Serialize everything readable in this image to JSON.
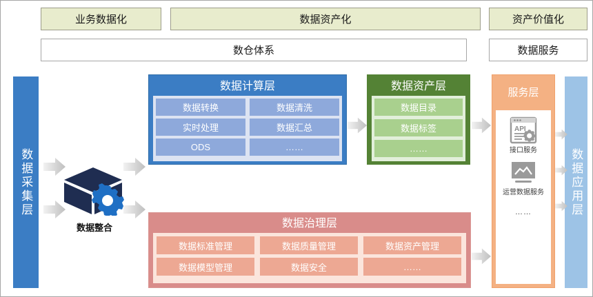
{
  "top_banners": [
    {
      "label": "业务数据化"
    },
    {
      "label": "数据资产化"
    },
    {
      "label": "资产价值化"
    }
  ],
  "sub_boxes": [
    {
      "label": "数仓体系"
    },
    {
      "label": "数据服务"
    }
  ],
  "collect_layer": {
    "label": "数据采集层"
  },
  "app_layer": {
    "label": "数据应用层"
  },
  "integration": {
    "label": "数据整合",
    "icon": "cube-gear-icon"
  },
  "compute_layer": {
    "title": "数据计算层",
    "cells": [
      "数据转换",
      "数据清洗",
      "实时处理",
      "数据汇总",
      "ODS",
      "……"
    ]
  },
  "asset_layer": {
    "title": "数据资产层",
    "cells": [
      "数据目录",
      "数据标签",
      "……"
    ]
  },
  "governance_layer": {
    "title": "数据治理层",
    "cells": [
      "数据标准管理",
      "数据质量管理",
      "数据资产管理",
      "数据模型管理",
      "数据安全",
      "……"
    ]
  },
  "service_layer": {
    "title": "服务层",
    "items": [
      {
        "icon": "api-window-icon",
        "label": "接口服务"
      },
      {
        "icon": "monitor-chart-icon",
        "label": "运营数据服务"
      }
    ],
    "more": "……"
  },
  "colors": {
    "banner_bg": "#e8eccd",
    "compute_header": "#3b7dc4",
    "compute_cell": "#8ea9db",
    "asset_header": "#548235",
    "asset_cell": "#a9d08e",
    "governance_header": "#d98c8a",
    "governance_cell": "#eda893",
    "service_header": "#f4b183",
    "collect_bar": "#3b7dc4",
    "app_bar": "#9dc3e6",
    "cube": "#1f2d51",
    "gear": "#1f6fc4"
  }
}
